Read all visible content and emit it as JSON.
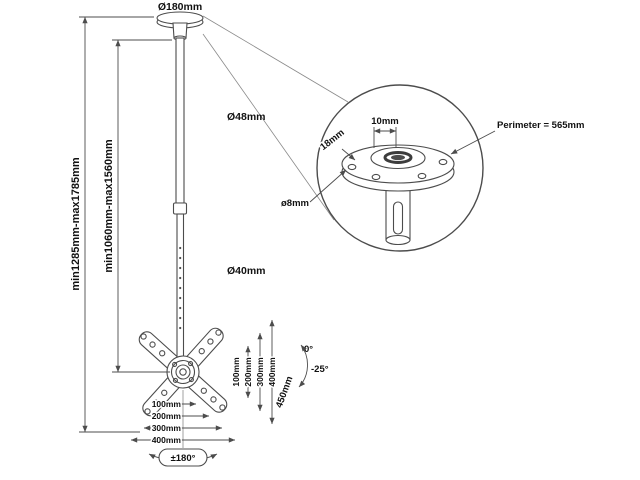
{
  "main": {
    "ceiling_plate_diameter": "Ø180mm",
    "upper_pole_diameter": "Ø48mm",
    "lower_pole_diameter": "Ø40mm",
    "height_range_total": "min1285mm-max1785mm",
    "height_range_pole": "min1060mm-max1560mm",
    "vesa_vertical": [
      "100mm",
      "200mm",
      "300mm",
      "400mm"
    ],
    "vesa_horizontal": [
      "100mm",
      "200mm",
      "300mm",
      "400mm"
    ],
    "tilt_max": "0°",
    "tilt_min": "-25°",
    "bracket_depth": "450mm",
    "rotation_range": "±180°"
  },
  "detail": {
    "hole_spacing": "10mm",
    "rim_width": "18mm",
    "hole_diameter": "ø8mm",
    "perimeter": "Perimeter = 565mm"
  }
}
